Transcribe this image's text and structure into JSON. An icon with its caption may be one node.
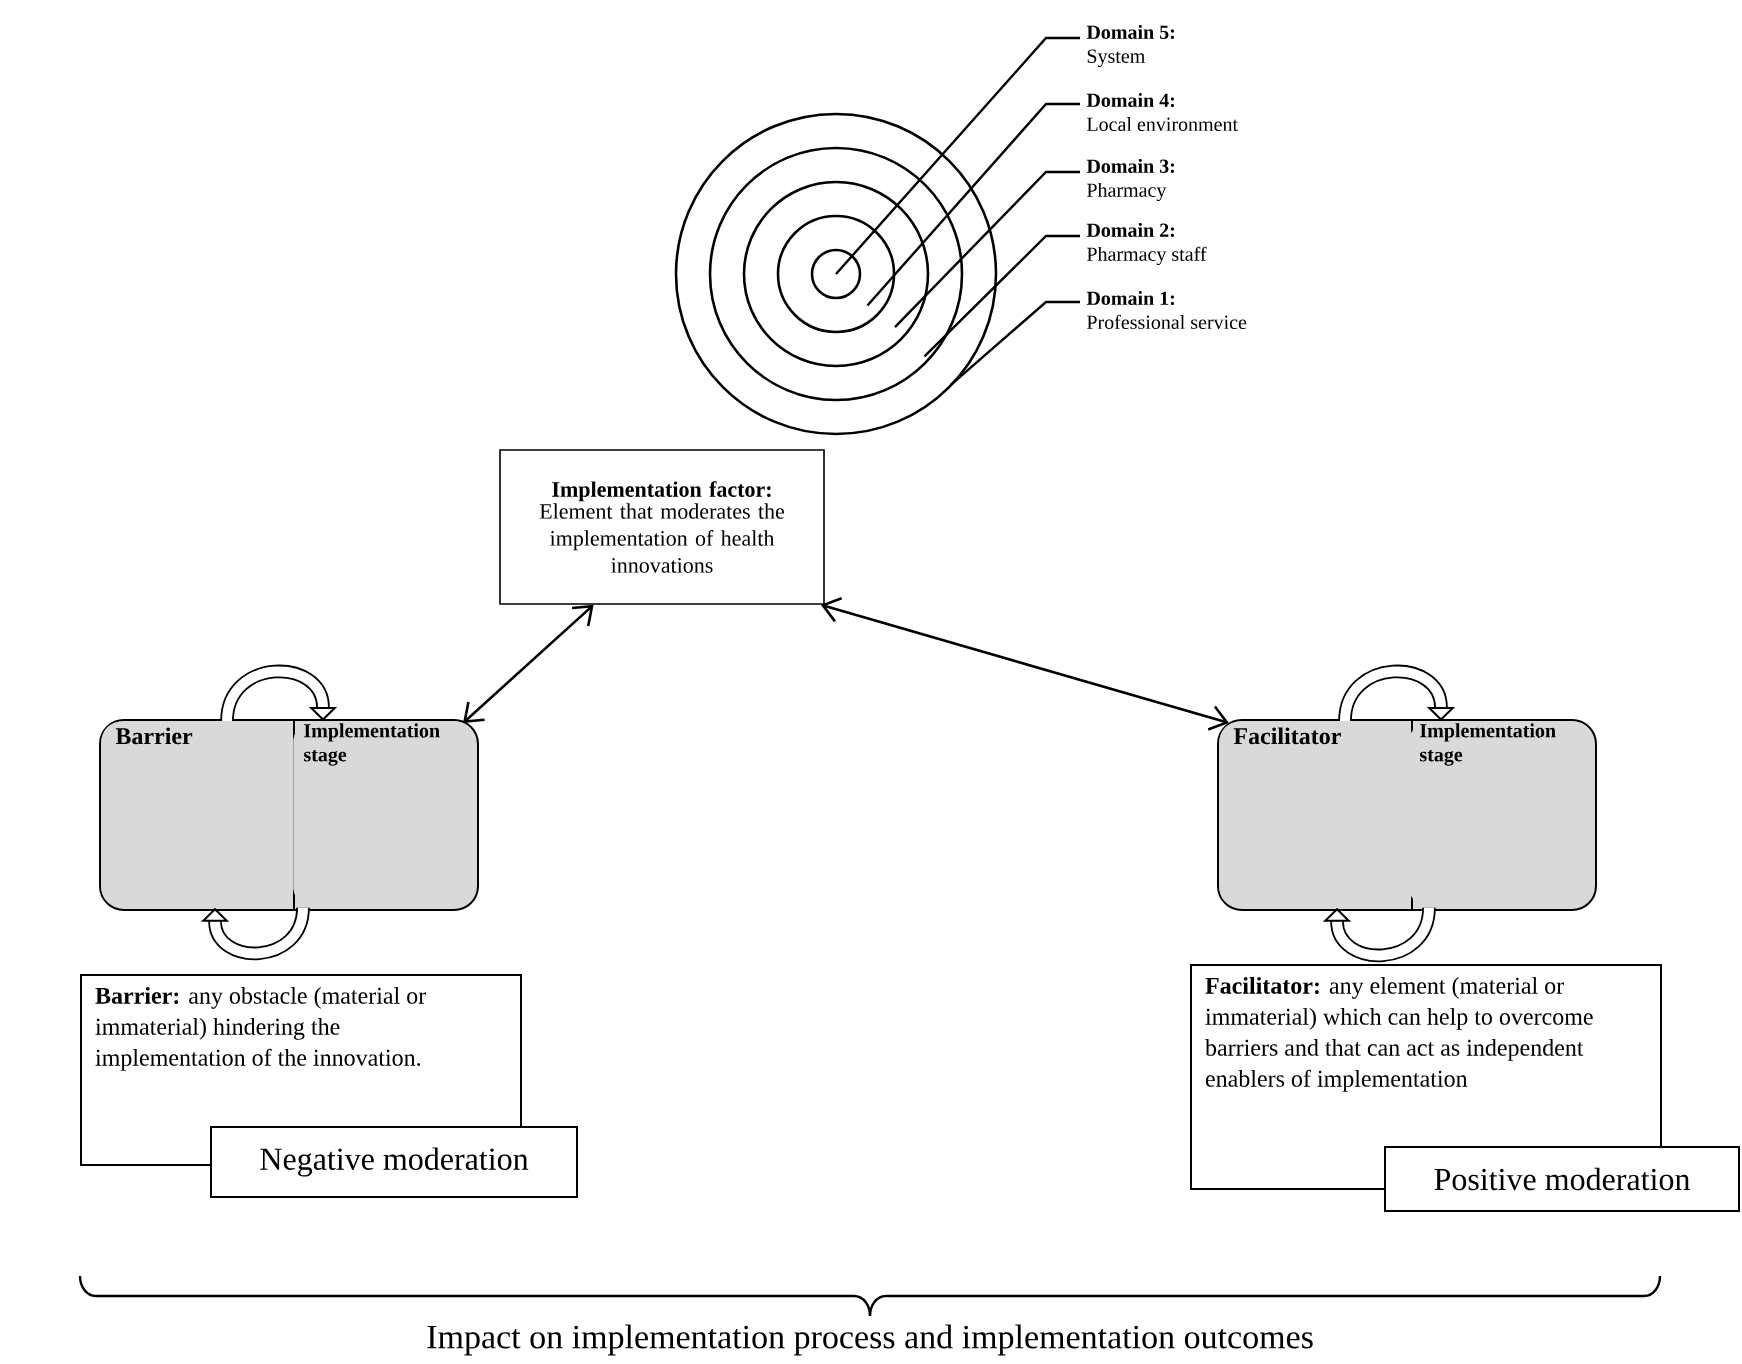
{
  "diagram": {
    "nodes": [
      {
        "text": [],
        "shape": "circle"
      },
      {
        "text": [],
        "shape": "circle",
        "in": 0
      },
      {
        "text": [],
        "shape": "circle",
        "in": 1
      },
      {
        "text": [],
        "shape": "circle",
        "in": 2
      },
      {
        "text": [],
        "shape": "circle",
        "in": 3
      },
      {
        "text": [
          "Domain 5:",
          "System"
        ]
      },
      {
        "text": [
          "Domain 4:",
          "Local environment"
        ]
      },
      {
        "text": [
          "Domain 3:",
          "Pharmacy"
        ]
      },
      {
        "text": [
          "Domain 2:",
          "Pharmacy staff"
        ]
      },
      {
        "text": [
          "Domain 1:",
          "Professional service"
        ]
      },
      {
        "text": [
          "Implementation factor:",
          "Element that moderates the implementation of health innovations"
        ]
      },
      {
        "text": [],
        "shape": "box"
      },
      {
        "text": [
          "Barrier"
        ],
        "in": 11
      },
      {
        "text": [
          "Implementation stage"
        ],
        "in": 11
      },
      {
        "text": [],
        "shape": "box"
      },
      {
        "text": [
          "Facilitator"
        ],
        "in": 14
      },
      {
        "text": [
          "Implementation stage"
        ],
        "in": 14
      },
      {
        "text": [
          "**Barrier:** any obstacle (material or immaterial) hindering the implementation of the innovation."
        ]
      },
      {
        "text": [
          "Negative moderation"
        ]
      },
      {
        "text": [
          "**Facilitator:** any element (material or immaterial) which can help to overcome barriers and that can act as independent enablers of implementation"
        ]
      },
      {
        "text": [
          "Positive moderation"
        ]
      }
    ],
    "edges": [
      {
        "from": 5,
        "to": 4,
        "arrow": "none"
      },
      {
        "from": 6,
        "to": 3,
        "arrow": "none"
      },
      {
        "from": 7,
        "to": 2,
        "arrow": "none"
      },
      {
        "from": 8,
        "to": 1,
        "arrow": "none"
      },
      {
        "from": 9,
        "to": 0,
        "arrow": "none"
      },
      {
        "from": 10,
        "to": 11,
        "arrow": "both"
      },
      {
        "from": 10,
        "to": 14,
        "arrow": "both"
      },
      {
        "from": 12,
        "to": 13,
        "arrow": "to",
        "style": "thick"
      },
      {
        "from": 13,
        "to": 12,
        "arrow": "to",
        "style": "thick"
      },
      {
        "from": 15,
        "to": 16,
        "arrow": "to",
        "style": "thick"
      },
      {
        "from": 16,
        "to": 15,
        "arrow": "to",
        "style": "thick"
      }
    ],
    "labels": [
      "Impact on implementation process and implementation outcomes"
    ]
  }
}
